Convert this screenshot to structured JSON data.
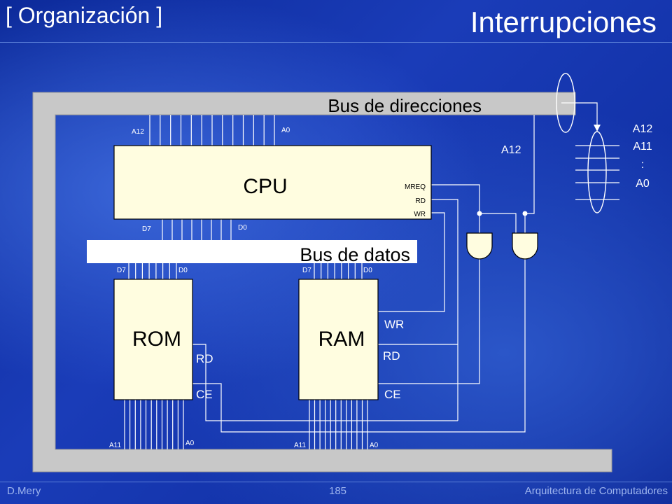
{
  "header": {
    "section": "[ Organización ]",
    "title": "Interrupciones"
  },
  "footer": {
    "author": "D.Mery",
    "page": "185",
    "course": "Arquitectura de Computadores"
  },
  "diagram": {
    "address_bus_label": "Bus de direcciones",
    "data_bus_label": "Bus de datos",
    "cpu": {
      "label": "CPU",
      "top_left_pin": "A12",
      "top_right_pin": "A0",
      "bottom_left_pin": "D7",
      "bottom_right_pin": "D0",
      "signals": [
        "MREQ",
        "RD",
        "WR"
      ]
    },
    "rom": {
      "label": "ROM",
      "top_left_pin": "D7",
      "top_right_pin": "D0",
      "bottom_left_pin": "A11",
      "bottom_right_pin": "A0",
      "inputs": [
        "RD",
        "CE"
      ]
    },
    "ram": {
      "label": "RAM",
      "top_left_pin": "D7",
      "top_right_pin": "D0",
      "bottom_left_pin": "A11",
      "bottom_right_pin": "A0",
      "inputs": [
        "WR",
        "RD",
        "CE"
      ]
    },
    "a12_line_label": "A12",
    "address_breakout": [
      "A12",
      "A11",
      ":",
      "A0"
    ]
  }
}
